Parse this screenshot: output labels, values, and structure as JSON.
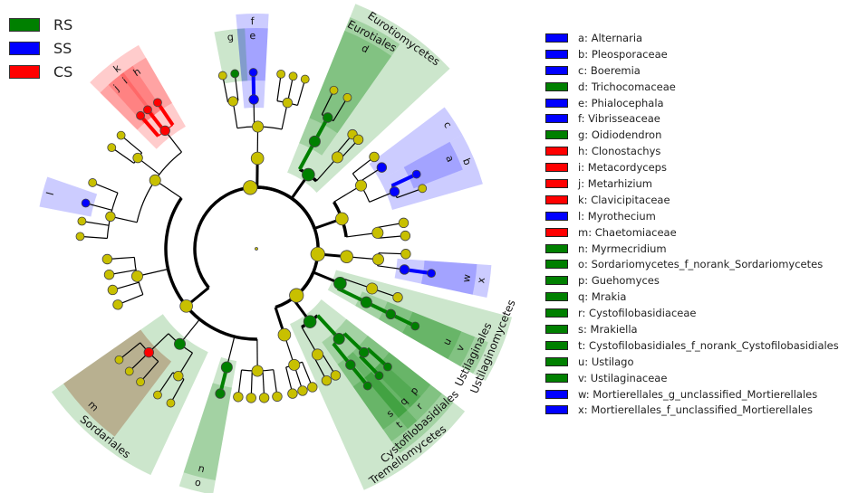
{
  "groups": [
    {
      "name": "RS",
      "color": "#008000"
    },
    {
      "name": "SS",
      "color": "#0000ff"
    },
    {
      "name": "CS",
      "color": "#ff0000"
    }
  ],
  "clades": [
    {
      "label": "a: Alternaria",
      "letter": "a",
      "group": "SS"
    },
    {
      "label": "b: Pleosporaceae",
      "letter": "b",
      "group": "SS"
    },
    {
      "label": "c: Boeremia",
      "letter": "c",
      "group": "SS"
    },
    {
      "label": "d: Trichocomaceae",
      "letter": "d",
      "group": "RS"
    },
    {
      "label": "e: Phialocephala",
      "letter": "e",
      "group": "SS"
    },
    {
      "label": "f: Vibrisseaceae",
      "letter": "f",
      "group": "SS"
    },
    {
      "label": "g: Oidiodendron",
      "letter": "g",
      "group": "RS"
    },
    {
      "label": "h: Clonostachys",
      "letter": "h",
      "group": "CS"
    },
    {
      "label": "i: Metacordyceps",
      "letter": "i",
      "group": "CS"
    },
    {
      "label": "j: Metarhizium",
      "letter": "j",
      "group": "CS"
    },
    {
      "label": "k: Clavicipitaceae",
      "letter": "k",
      "group": "CS"
    },
    {
      "label": "l: Myrothecium",
      "letter": "l",
      "group": "SS"
    },
    {
      "label": "m: Chaetomiaceae",
      "letter": "m",
      "group": "CS"
    },
    {
      "label": "n: Myrmecridium",
      "letter": "n",
      "group": "RS"
    },
    {
      "label": "o: Sordariomycetes_f_norank_Sordariomycetes",
      "letter": "o",
      "group": "RS"
    },
    {
      "label": "p: Guehomyces",
      "letter": "p",
      "group": "RS"
    },
    {
      "label": "q: Mrakia",
      "letter": "q",
      "group": "RS"
    },
    {
      "label": "r: Cystofilobasidiaceae",
      "letter": "r",
      "group": "RS"
    },
    {
      "label": "s: Mrakiella",
      "letter": "s",
      "group": "RS"
    },
    {
      "label": "t: Cystofilobasidiales_f_norank_Cystofilobasidiales",
      "letter": "t",
      "group": "RS"
    },
    {
      "label": "u: Ustilago",
      "letter": "u",
      "group": "RS"
    },
    {
      "label": "v: Ustilaginaceae",
      "letter": "v",
      "group": "RS"
    },
    {
      "label": "w: Mortierellales_g_unclassified_Mortierellales",
      "letter": "w",
      "group": "SS"
    },
    {
      "label": "x: Mortierellales_f_unclassified_Mortierellales",
      "letter": "x",
      "group": "SS"
    }
  ],
  "named_clades": {
    "eurotiomycetes": "Eurotiomycetes",
    "eurotiales": "Eurotiales",
    "sordariales": "Sordariales",
    "ustilaginomycetes": "Ustilaginomycetes",
    "ustilaginales": "Ustilaginales",
    "tremellomycetes": "Tremellomycetes",
    "cystofilobasidiales": "Cystofilobasidiales"
  },
  "colors": {
    "RS": "#008000",
    "SS": "#0000ff",
    "CS": "#ff0000",
    "neutral_node": "#c8c000"
  }
}
